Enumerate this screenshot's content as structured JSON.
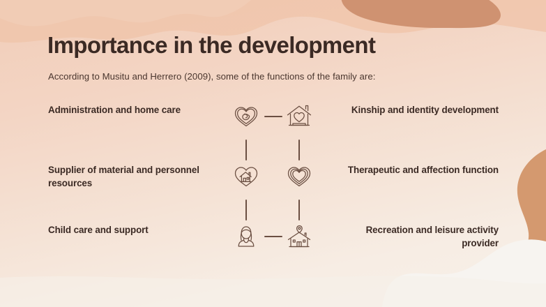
{
  "slide": {
    "title": "Importance in the development",
    "subtitle": "According to Musitu and Herrero (2009), some of the functions of the family are:",
    "title_color": "#3b2a24",
    "body_color": "#4a362e",
    "line_color": "#6b4f42",
    "background": {
      "base_start": "#f2cdb8",
      "base_end": "#f6efe8",
      "cream_blob": "#f6f1ec",
      "terracotta_blob": "#d29878",
      "peach_blob": "#f0c5ab"
    }
  },
  "rows": [
    {
      "left_label": "Administration and home care",
      "right_label": "Kinship and identity development",
      "left_icon": "heart-spiral-icon",
      "right_icon": "house-heart-icon",
      "connector": "dash"
    },
    {
      "left_label": "Supplier of material and personnel resources",
      "right_label": "Therapeutic and affection function",
      "left_icon": "heart-house-icon",
      "right_icon": "double-heart-icon",
      "connector": "none"
    },
    {
      "left_label": "Child care and support",
      "right_label": "Recreation and leisure activity provider",
      "left_icon": "person-icon",
      "right_icon": "house-pin-icon",
      "connector": "dash"
    }
  ]
}
